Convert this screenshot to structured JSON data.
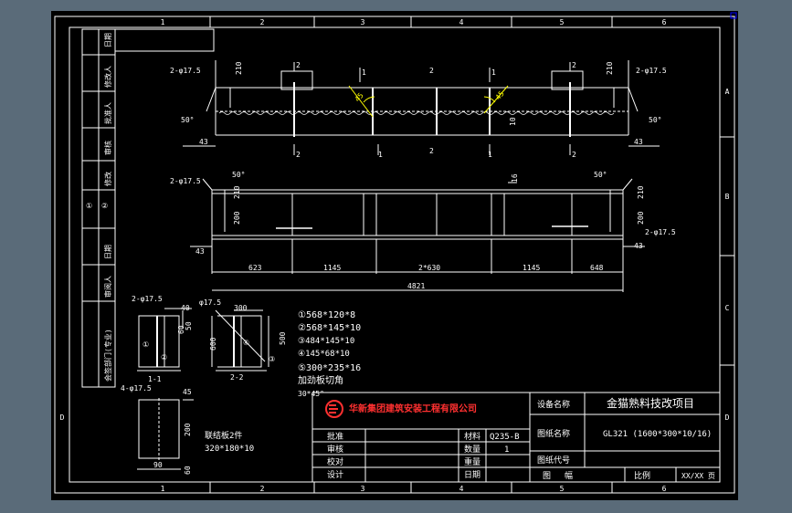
{
  "colors": {
    "background": "#5a6b79",
    "sheet": "#000000",
    "line": "#ffffff",
    "accent": "#ffff00",
    "dim": "#00e5e5",
    "brand": "#ff3030",
    "frame_blue": "#0000ff"
  },
  "zones": {
    "columns": [
      "1",
      "2",
      "3",
      "4",
      "5",
      "6"
    ],
    "rows": [
      "A",
      "B",
      "C",
      "D"
    ]
  },
  "left_strip": {
    "top_labels": [
      "日期",
      "修改人",
      "批准人",
      "审核",
      "修改"
    ],
    "bottom_labels": [
      "日期",
      "审阅人",
      "会签部门(专业)"
    ],
    "marks": [
      "①",
      "②"
    ]
  },
  "top_view": {
    "section_marks": [
      "2",
      "2",
      "2",
      "2",
      "1",
      "1",
      "1",
      "1",
      "2",
      "2"
    ],
    "hole_left": "2-φ17.5",
    "hole_right": "2-φ17.5",
    "dim_210_left": "210",
    "dim_210_right": "210",
    "angle_left": "50°",
    "angle_right": "50°",
    "weld_left": "45",
    "weld_right": "45",
    "dim_43_left": "43",
    "dim_43_right": "43",
    "dim_10": "10"
  },
  "front_view": {
    "angle_left": "50°",
    "angle_right": "50°",
    "hole_left": "2-φ17.5",
    "hole_right": "2-φ17.5",
    "dim_200_left": "200",
    "dim_200_right": "200",
    "dim_210_left": "210",
    "dim_210_right": "210",
    "dim_43_left": "43",
    "dim_43_right": "43",
    "dim_16": "16",
    "segments": [
      "623",
      "1145",
      "2*630",
      "1145",
      "648"
    ],
    "total": "4821"
  },
  "section_11": {
    "hole": "2-φ17.5",
    "dim_40": "40",
    "dim_50": "50",
    "dim_60": "60",
    "part_a": "①",
    "part_b": "②",
    "label": "1-1"
  },
  "section_22": {
    "hole": "φ17.5",
    "dim_300": "300",
    "dim_500": "500",
    "dim_600": "600",
    "part_a": "④",
    "part_b": "③",
    "label": "2-2"
  },
  "parts_list": [
    "①568*120*8",
    "②568*145*10",
    "③484*145*10",
    "④145*68*10",
    "⑤300*235*16",
    "加劲板切角",
    "30*45°"
  ],
  "plate_detail": {
    "hole": "4-φ17.5",
    "dim_45": "45",
    "dim_200": "200",
    "dim_60": "60",
    "dim_90": "90",
    "label1": "联结板2件",
    "label2": "320*180*10"
  },
  "title_block": {
    "company": "华新集团建筑安装工程有限公司",
    "project_label": "设备名称",
    "project_value": "金猫熟料技改项目",
    "drawing_label": "图纸名称",
    "drawing_value": "GL321 (1600*300*10/16)",
    "code_label": "图纸代号",
    "rows": [
      {
        "k": "批准",
        "v": ""
      },
      {
        "k": "审核",
        "v": ""
      },
      {
        "k": "校对",
        "v": ""
      },
      {
        "k": "设计",
        "v": ""
      }
    ],
    "material_label": "材料",
    "material_value": "Q235-B",
    "qty_label": "数量",
    "qty_value": "1",
    "weight_label": "重量",
    "date_label": "日期",
    "sheet_label": "图",
    "sheet_label2": "幅",
    "scale_label": "比例",
    "page_label": "XX/XX 页"
  }
}
